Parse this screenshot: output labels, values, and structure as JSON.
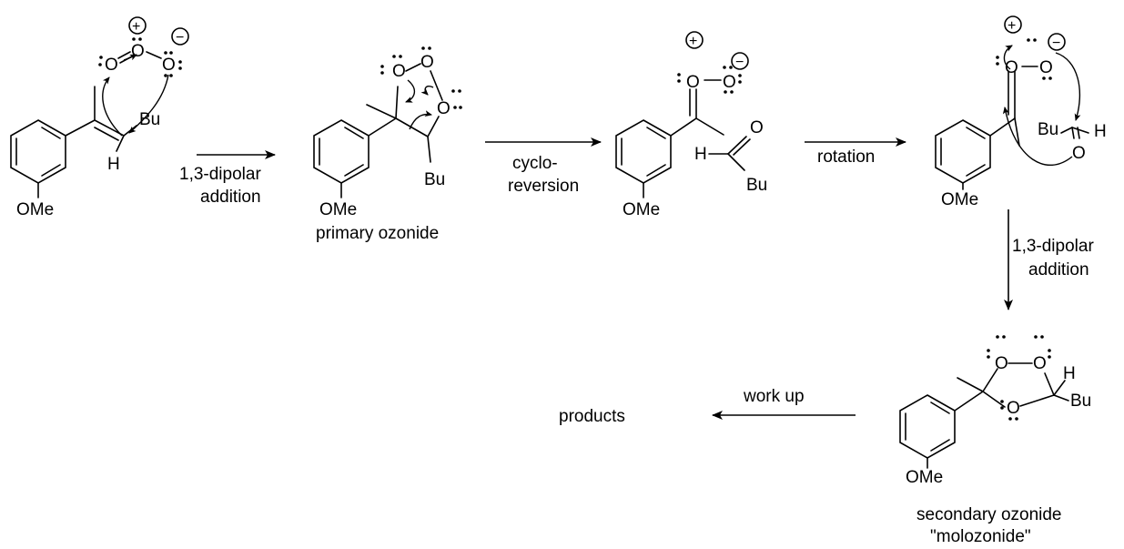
{
  "colors": {
    "ink": "#000000",
    "background": "#ffffff"
  },
  "atoms": {
    "O": "O",
    "H": "H",
    "Bu": "Bu",
    "OMe": "OMe",
    "plus": "+",
    "minus": "−"
  },
  "steps": {
    "step1_line1": "1,3-dipolar",
    "step1_line2": "addition",
    "step2_line1": "cyclo-",
    "step2_line2": "reversion",
    "step3": "rotation",
    "step4_line1": "1,3-dipolar",
    "step4_line2": "addition",
    "step5": "work up"
  },
  "captions": {
    "primary_ozonide": "primary ozonide",
    "secondary_line1": "secondary ozonide",
    "secondary_line2": "\"molozonide\"",
    "products": "products"
  }
}
